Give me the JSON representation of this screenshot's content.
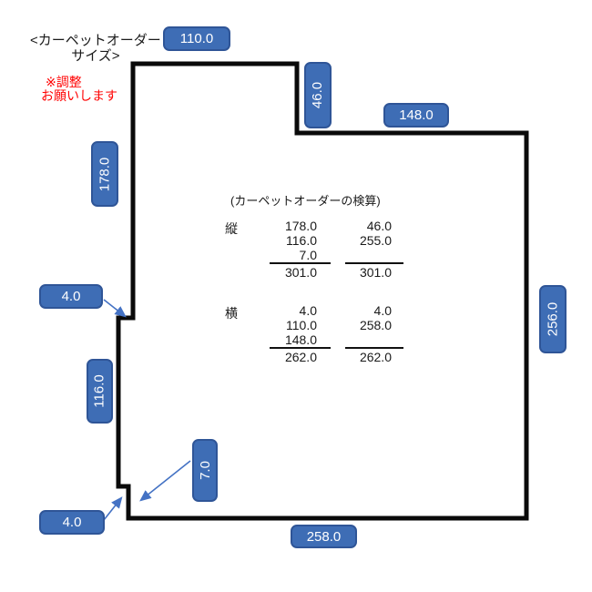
{
  "title": {
    "line1": "<カーペットオーダー",
    "line2": "サイズ>"
  },
  "note": {
    "line1": "※調整",
    "line2": "お願いします"
  },
  "badges": {
    "top_width": "110.0",
    "notch_depth": "46.0",
    "top_right_width": "148.0",
    "left_upper_height": "178.0",
    "left_inset": "4.0",
    "left_lower_height": "116.0",
    "right_height": "256.0",
    "bottom_step_height": "7.0",
    "bottom_inset": "4.0",
    "bottom_width": "258.0"
  },
  "verification": {
    "heading": "(カーペットオーダーの検算)",
    "vertical": {
      "label": "縦",
      "col1": [
        "178.0",
        "116.0",
        "7.0"
      ],
      "col1_total": "301.0",
      "col2": [
        "46.0",
        "255.0"
      ],
      "col2_total": "301.0"
    },
    "horizontal": {
      "label": "横",
      "col1": [
        "4.0",
        "110.0",
        "148.0"
      ],
      "col1_total": "262.0",
      "col2": [
        "4.0",
        "258.0"
      ],
      "col2_total": "262.0"
    }
  },
  "colors": {
    "badge_fill": "#3E6DB5",
    "badge_border": "#2F5597",
    "arrow": "#4472C4",
    "outline": "#000000",
    "note_red": "#FF0000"
  }
}
